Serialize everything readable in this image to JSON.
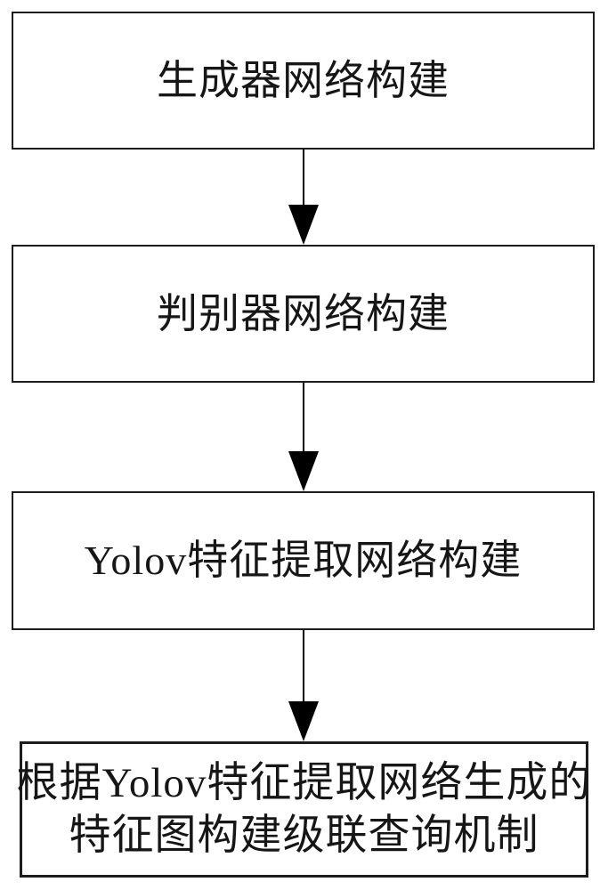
{
  "flowchart": {
    "type": "vertical-flowchart",
    "colors": {
      "background": "#ffffff",
      "box_border": "#1c1c1c",
      "arrow": "#000000",
      "text": "#161616"
    },
    "steps": [
      {
        "lines": [
          "生成器网络构建"
        ]
      },
      {
        "lines": [
          "判别器网络构建"
        ]
      },
      {
        "lines": [
          "Yolov特征提取网络构建"
        ]
      },
      {
        "lines": [
          "根据Yolov特征提取网络生成的",
          "特征图构建级联查询机制"
        ]
      }
    ],
    "connections": [
      {
        "from": 1,
        "to": 2
      },
      {
        "from": 2,
        "to": 3
      },
      {
        "from": 3,
        "to": 4
      }
    ]
  }
}
